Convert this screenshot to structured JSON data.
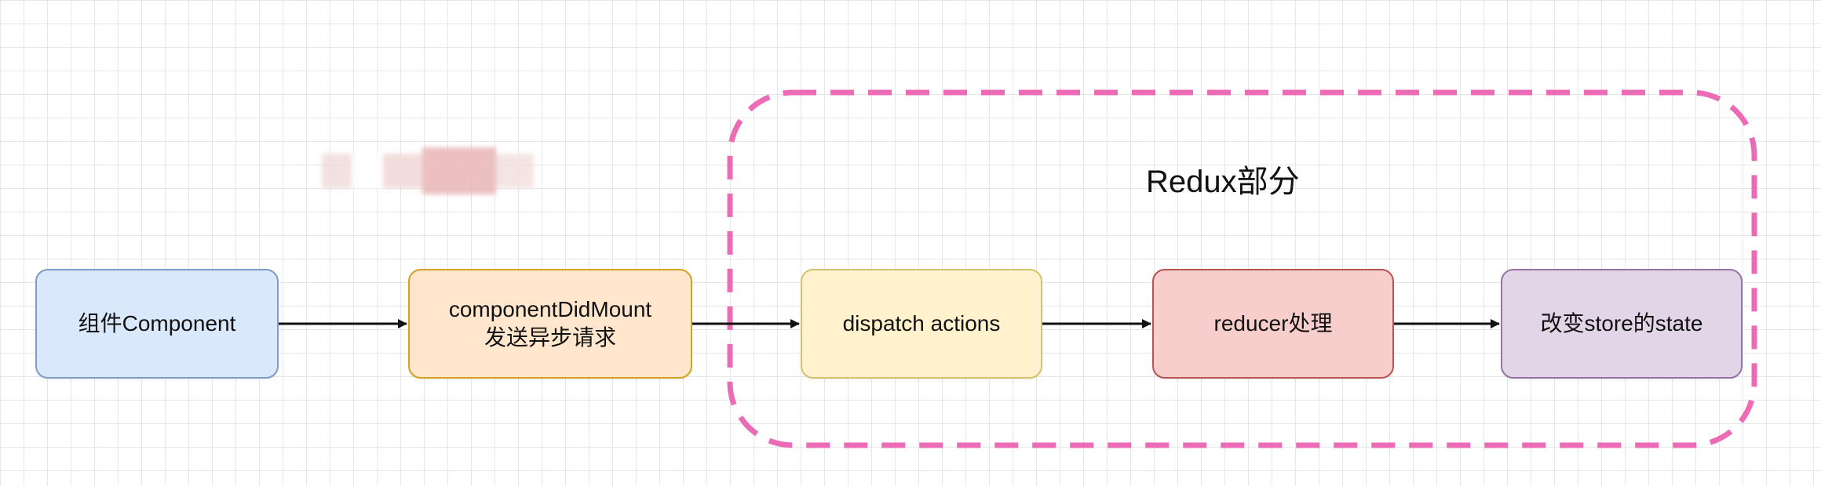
{
  "region": {
    "title": "Redux部分",
    "border_color": "#ec6bb5"
  },
  "redacted_label": "",
  "nodes": [
    {
      "id": "component",
      "label": "组件Component",
      "fill": "#dae8fc",
      "stroke": "#7f9cc9"
    },
    {
      "id": "did-mount",
      "label": "componentDidMount\n发送异步请求",
      "fill": "#ffe6cc",
      "stroke": "#d6a020"
    },
    {
      "id": "dispatch",
      "label": "dispatch actions",
      "fill": "#fff2cc",
      "stroke": "#d6c26e"
    },
    {
      "id": "reducer",
      "label": "reducer处理",
      "fill": "#f8cecc",
      "stroke": "#b85450"
    },
    {
      "id": "state",
      "label": "改变store的state",
      "fill": "#e1d5e7",
      "stroke": "#9673a6"
    }
  ],
  "edges": [
    {
      "from": "component",
      "to": "did-mount"
    },
    {
      "from": "did-mount",
      "to": "dispatch"
    },
    {
      "from": "dispatch",
      "to": "reducer"
    },
    {
      "from": "reducer",
      "to": "state"
    }
  ]
}
